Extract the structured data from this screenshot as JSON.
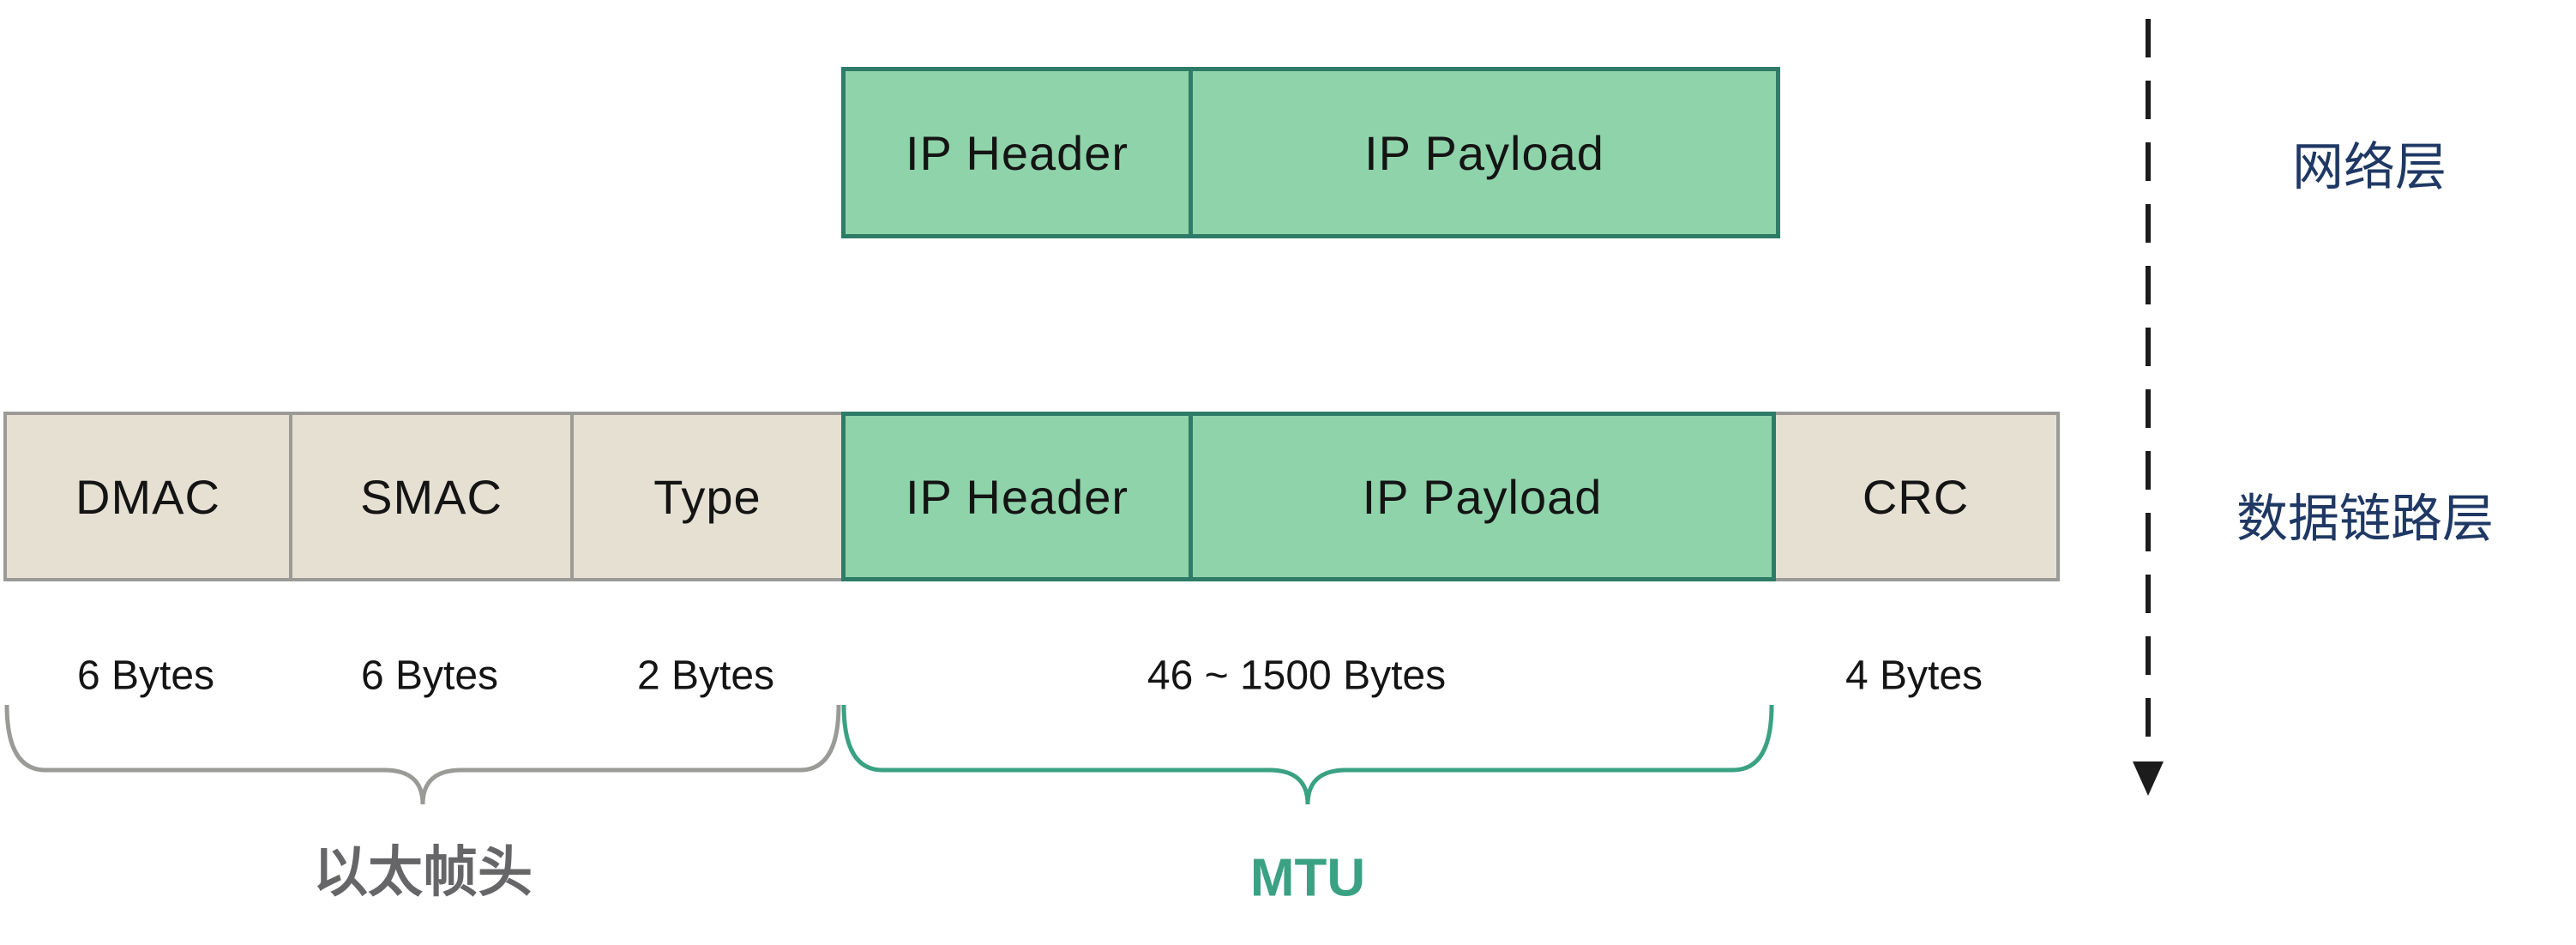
{
  "diagram": {
    "network_row": {
      "cells": [
        {
          "label": "IP Header"
        },
        {
          "label": "IP Payload"
        }
      ]
    },
    "datalink_row": {
      "cells": [
        {
          "label": "DMAC"
        },
        {
          "label": "SMAC"
        },
        {
          "label": "Type"
        },
        {
          "label": "IP Header"
        },
        {
          "label": "IP Payload"
        },
        {
          "label": "CRC"
        }
      ]
    },
    "byte_labels": [
      {
        "text": "6 Bytes"
      },
      {
        "text": "6 Bytes"
      },
      {
        "text": "2 Bytes"
      },
      {
        "text": "46 ~ 1500 Bytes"
      },
      {
        "text": "4 Bytes"
      }
    ],
    "braces": {
      "ethernet_header": {
        "label": "以太帧头"
      },
      "mtu": {
        "label": "MTU"
      }
    },
    "layer_labels": {
      "network": {
        "label": "网络层"
      },
      "datalink": {
        "label": "数据链路层"
      }
    },
    "colors": {
      "green_fill": "#8fd3aa",
      "green_border": "#2e7c68",
      "tan_fill": "#e5e0d2",
      "tan_border": "#9a9a97",
      "brace_gray": "#9a9a97",
      "brace_teal": "#3aa183",
      "navy_label": "#1f3864",
      "arrow_black": "#1c1c1c"
    }
  }
}
